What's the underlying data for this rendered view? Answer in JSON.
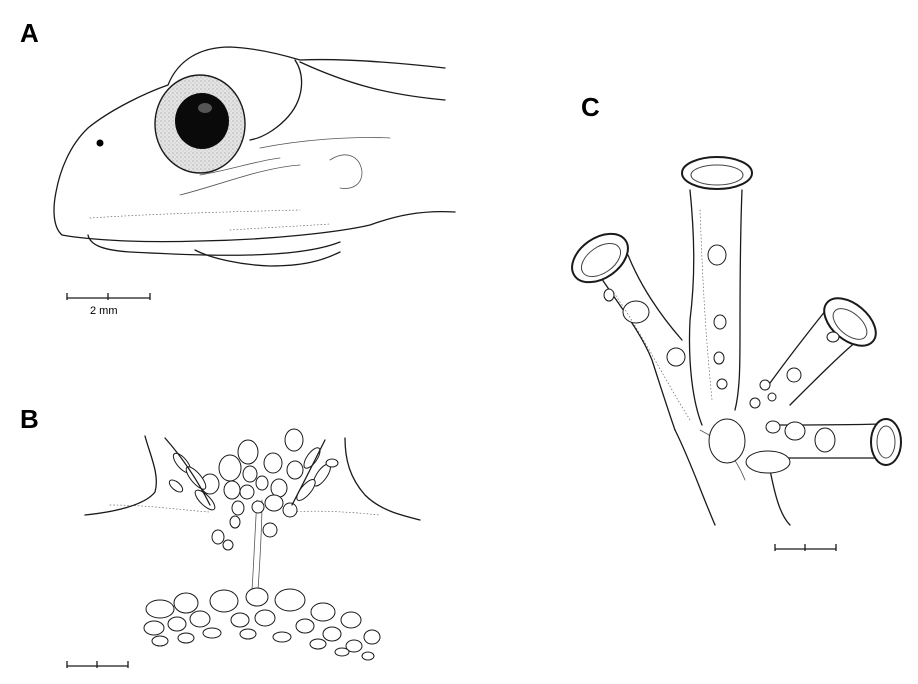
{
  "panels": {
    "a": {
      "label": "A",
      "scale_text": "2 mm"
    },
    "b": {
      "label": "B"
    },
    "c": {
      "label": "C"
    }
  }
}
